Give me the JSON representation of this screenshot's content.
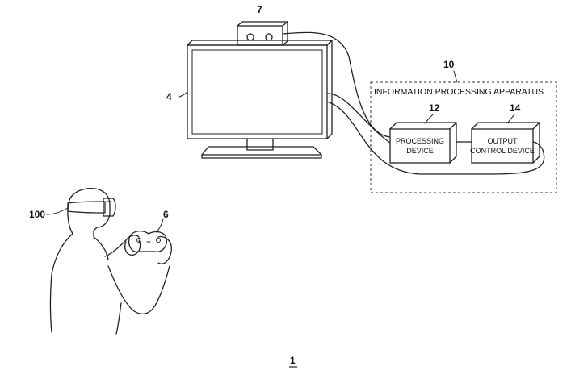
{
  "references": {
    "camera": "7",
    "monitor": "4",
    "apparatus": "10",
    "processing_device": "12",
    "output_control_device": "14",
    "user": "100",
    "controller": "6",
    "system": "1"
  },
  "apparatus_title": "INFORMATION PROCESSING APPARATUS",
  "processing_device": {
    "line1": "PROCESSING",
    "line2": "DEVICE"
  },
  "output_control_device": {
    "line1": "OUTPUT",
    "line2": "CONTROL DEVICE"
  },
  "colors": {
    "ink": "#222222",
    "background": "#ffffff"
  }
}
